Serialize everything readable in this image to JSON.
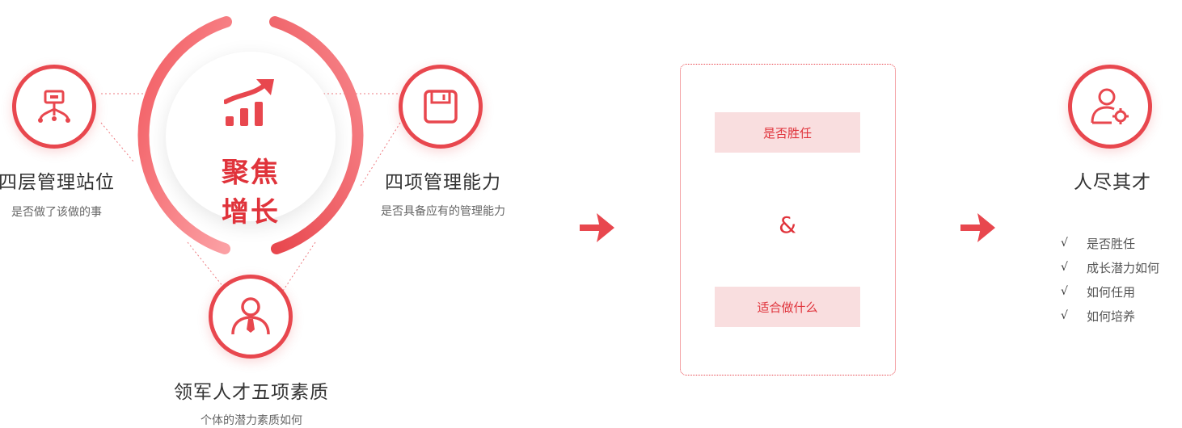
{
  "core": {
    "label": "聚焦增长",
    "icon": "growth-chart-icon"
  },
  "nodes": {
    "left": {
      "title": "四层管理站位",
      "subtitle": "是否做了该做的事",
      "icon": "org-chart-icon"
    },
    "right": {
      "title": "四项管理能力",
      "subtitle": "是否具备应有的管理能力",
      "icon": "save-disk-icon"
    },
    "bottom": {
      "title": "领军人才五项素质",
      "subtitle": "个体的潜力素质如何",
      "icon": "person-tie-icon"
    },
    "result": {
      "title": "人尽其才",
      "icon": "user-gear-icon"
    }
  },
  "evaluation": {
    "item_1": "是否胜任",
    "connector": "&",
    "item_2": "适合做什么"
  },
  "outcomes": {
    "check_mark": "√",
    "items": [
      "是否胜任",
      "成长潜力如何",
      "如何任用",
      "如何培养"
    ]
  },
  "colors": {
    "accent": "#e8474e",
    "accent_light": "#f9dedf",
    "text": "#333333"
  }
}
